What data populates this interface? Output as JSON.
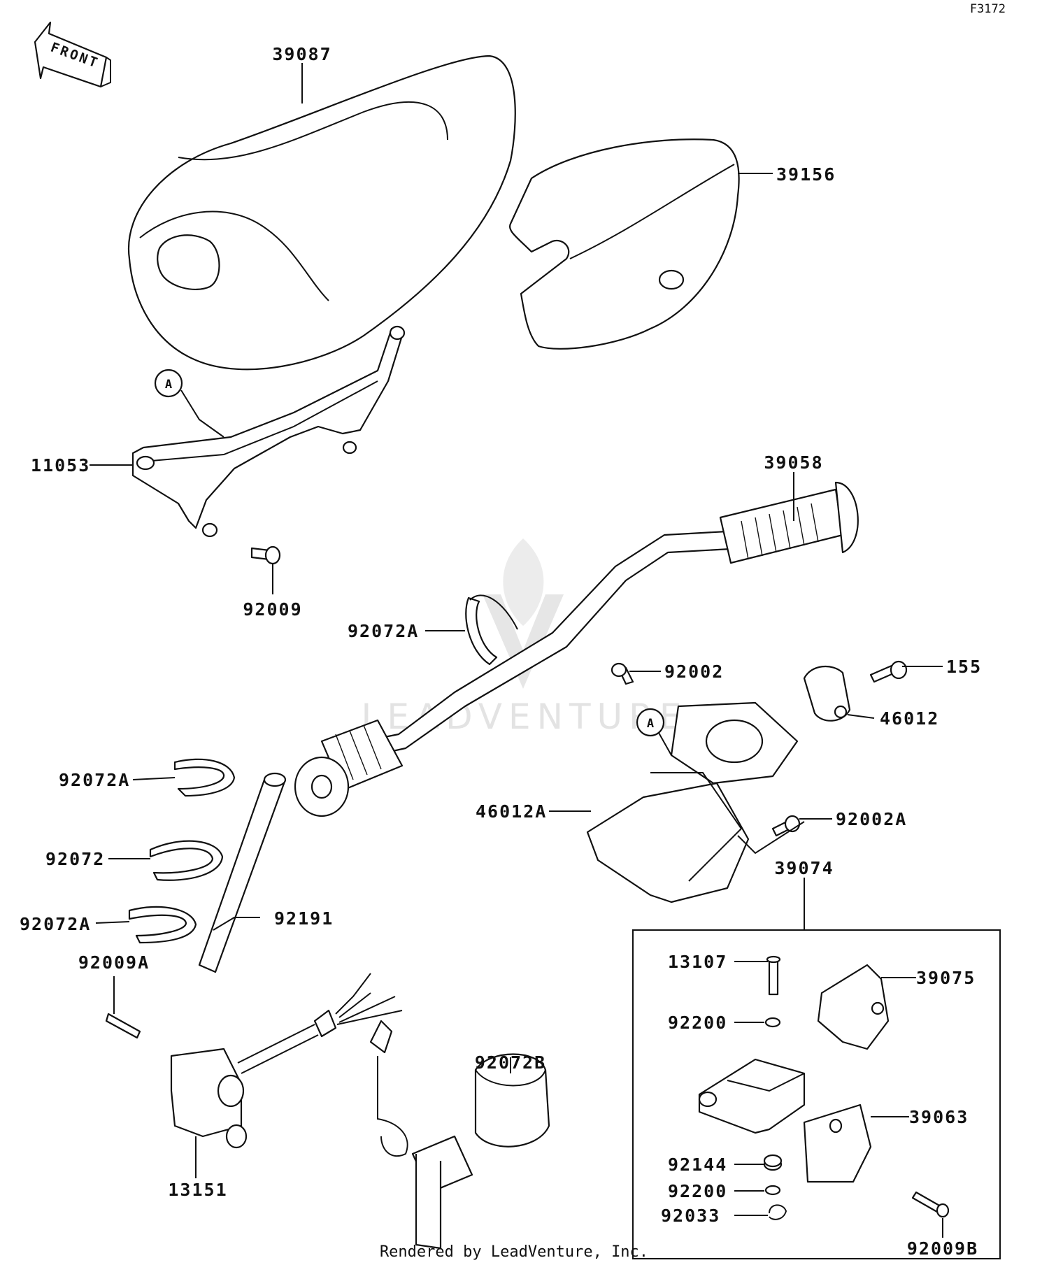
{
  "figure_code": "F3172",
  "front_label": "FRONT",
  "watermark": "LEADVENTURE",
  "footer": "Rendered by LeadVenture, Inc.",
  "callout_letter": "A",
  "parts": [
    {
      "id": "p39087",
      "number": "39087"
    },
    {
      "id": "p39156",
      "number": "39156"
    },
    {
      "id": "p11053",
      "number": "11053"
    },
    {
      "id": "p92009",
      "number": "92009"
    },
    {
      "id": "p39058",
      "number": "39058"
    },
    {
      "id": "p92072A_1",
      "number": "92072A"
    },
    {
      "id": "p92002",
      "number": "92002"
    },
    {
      "id": "p155",
      "number": "155"
    },
    {
      "id": "p46012",
      "number": "46012"
    },
    {
      "id": "p92072A_2",
      "number": "92072A"
    },
    {
      "id": "p46012A",
      "number": "46012A"
    },
    {
      "id": "p92002A",
      "number": "92002A"
    },
    {
      "id": "p92072",
      "number": "92072"
    },
    {
      "id": "p39074",
      "number": "39074"
    },
    {
      "id": "p92072A_3",
      "number": "92072A"
    },
    {
      "id": "p92191",
      "number": "92191"
    },
    {
      "id": "p92009A",
      "number": "92009A"
    },
    {
      "id": "p13107",
      "number": "13107"
    },
    {
      "id": "p39075",
      "number": "39075"
    },
    {
      "id": "p92200_1",
      "number": "92200"
    },
    {
      "id": "p92072B",
      "number": "92072B"
    },
    {
      "id": "p39063",
      "number": "39063"
    },
    {
      "id": "p92144",
      "number": "92144"
    },
    {
      "id": "p92200_2",
      "number": "92200"
    },
    {
      "id": "p13151",
      "number": "13151"
    },
    {
      "id": "p92033",
      "number": "92033"
    },
    {
      "id": "p92009B",
      "number": "92009B"
    }
  ]
}
